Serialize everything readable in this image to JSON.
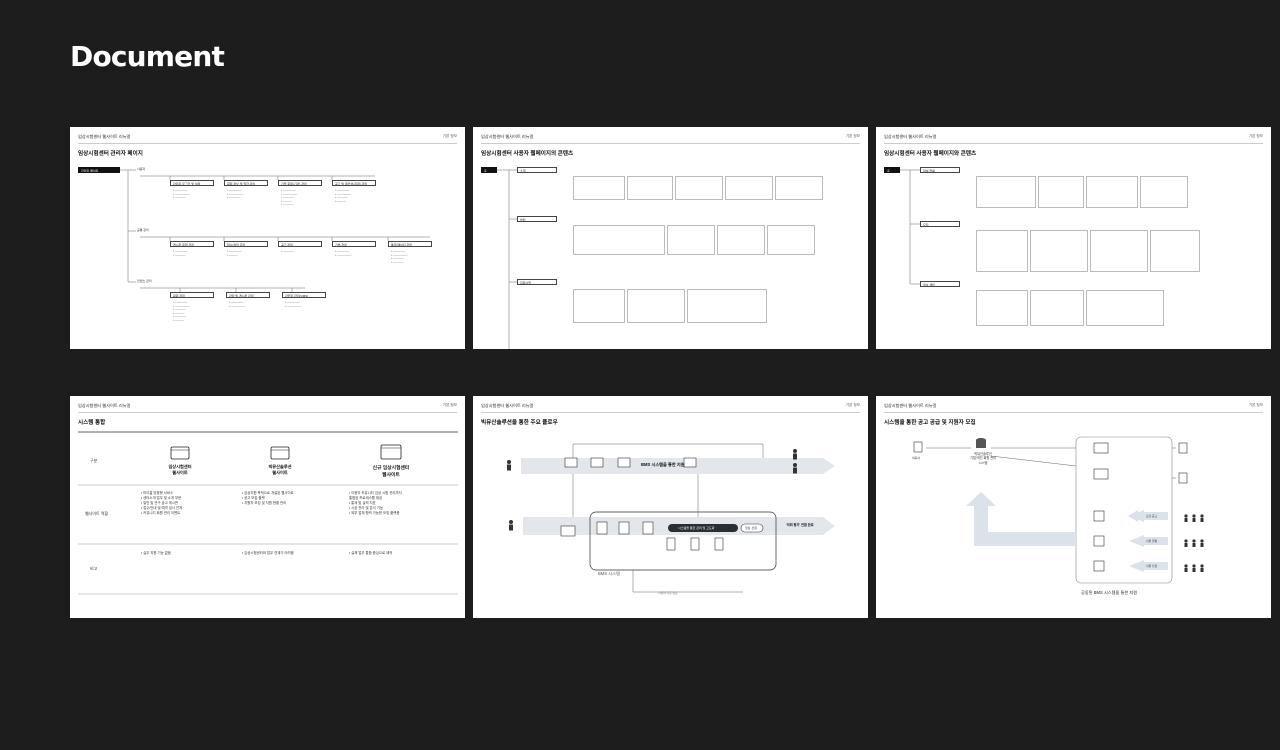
{
  "page_title": "Document",
  "slides": {
    "s1": {
      "header_title": "임상시험센터 웹사이트 리뉴얼",
      "header_right": "기본 정보",
      "section_title": "임상시험센터 관리자 페이지",
      "root": "관리자 페이지",
      "group_labels": [
        "사용자",
        "공통 관리",
        "컨텐츠 관리"
      ],
      "row1": [
        "관리자 로그인 및 설정",
        "회원 정보 및 권한 관리",
        "기업 회원(기관) 관리",
        "공고 및 제안서(지원) 관리"
      ],
      "row2": [
        "게시판 유형 관리",
        "접수/상담 관리",
        "공고 관리",
        "기본 관리",
        "통계 페이지 관리"
      ],
      "row3": [
        "회원 관리",
        "관리 및 게시판 관리",
        "관련자 관리(CMS)"
      ]
    },
    "s2": {
      "header_title": "임상시험센터 웹사이트 리뉴얼",
      "header_right": "기본 정보",
      "section_title": "임상시험센터 사용자 웹페이지의 콘텐츠",
      "root": "홈",
      "items": [
        "소개",
        "센터",
        "지원사업"
      ]
    },
    "s3": {
      "header_title": "임상시험센터 웹사이트 리뉴얼",
      "header_right": "기본 정보",
      "section_title": "임상시험센터 사용자 웹페이지와 콘텐츠",
      "root": "홈",
      "items": [
        "참여 현황",
        "모집",
        "정보 센터"
      ]
    },
    "s4": {
      "header_title": "임상시험센터 웹사이트 리뉴얼",
      "header_right": "기본 정보",
      "section_title": "시스템 통합",
      "row_labels": [
        "구분",
        "웹사이트 역할",
        "비고"
      ],
      "columns": [
        {
          "name_line1": "임상시험센터",
          "name_line2": "웹사이트",
          "roles": [
            "• 마이홈 맞춤형 서비스",
            "• 센터소개 업무 및 소개 부문",
            "• 일반 및 연구 공고 게시판",
            "• 접수/안내 및 예약 검사 연계",
            "• 커뮤니티 회원 관리 이벤트"
          ],
          "note": "• 실무 지원 기능 없음"
        },
        {
          "name_line1": "빅뮤산솔루션",
          "name_line2": "웹사이트",
          "roles": [
            "• 임상지원 목적으로 개설된 웹사이트",
            "• 공고 모집 플랫",
            "• 지원자 모집 및 지원 현황 관리"
          ],
          "note": "• 임상시험센터와 업무 연계가 어려움"
        },
        {
          "name_line1": "신규 임상시험센터",
          "name_line2": "웹사이트",
          "roles": [
            "• 이용자 커뮤니티 임상 시험 관리까지",
            "  통합된 프로세스를 제공",
            "• 통계 및 실적 지표",
            "• 시공 관리 및 분석 기능",
            "• 외부 업체 협력 가능한 모집 플랫폼"
          ],
          "note": "• 실제 업무 통합 중심으로 제작"
        }
      ]
    },
    "s5": {
      "header_title": "임상시험센터 웹사이트 리뉴얼",
      "header_right": "기본 정보",
      "section_title": "빅뮤산솔루션을 통한 주요 플로우",
      "top_banner": "BMS 시스템을 통한 지원",
      "center_pill": "시스템을 통한 관리 및 고도화",
      "system_label": "BMS 시스템",
      "result_label": "임상 선정",
      "result_sub": "'의뢰 평가' 전환 완료",
      "bottom_note": "지원자 기준 정보"
    },
    "s6": {
      "header_title": "임상시험센터 웹사이트 리뉴얼",
      "header_right": "기본 정보",
      "section_title": "시스템을 통한 공고 공급 및 지원자 모집",
      "db_label_line1": "빅뮤산솔루션",
      "db_label_line2": "기업/개인 회원 관리",
      "db_label_line3": "시스템",
      "left_actor": "의뢰사",
      "bottom_caption": "공동된 BMS 시스템을 통한 지원",
      "right_labels": [
        "모집 공고",
        "지원 현황",
        "지원 신청"
      ]
    }
  }
}
